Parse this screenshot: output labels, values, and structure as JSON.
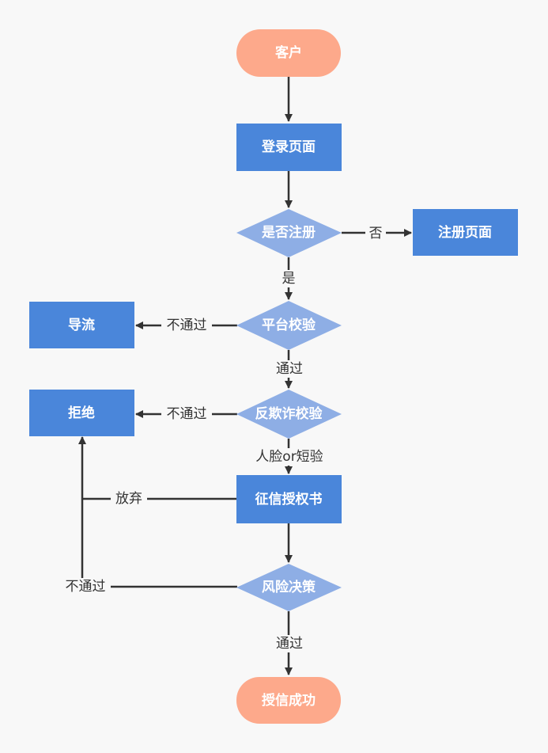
{
  "colors": {
    "background": "#f8f8f8",
    "terminal": "#fda98b",
    "process": "#4a86da",
    "decision": "#8eaee5",
    "line": "#333333"
  },
  "nodes": {
    "customer": "客户",
    "login_page": "登录页面",
    "is_registered": "是否注册",
    "register_page": "注册页面",
    "platform_check": "平台校验",
    "divert": "导流",
    "anti_fraud_check": "反欺诈校验",
    "reject": "拒绝",
    "credit_authorization": "征信授权书",
    "risk_decision": "风险决策",
    "credit_success": "授信成功"
  },
  "edges": {
    "no": "否",
    "yes": "是",
    "platform_fail": "不通过",
    "platform_pass": "通过",
    "fraud_fail": "不通过",
    "fraud_method": "人脸or短验",
    "give_up": "放弃",
    "risk_fail": "不通过",
    "risk_pass": "通过"
  }
}
